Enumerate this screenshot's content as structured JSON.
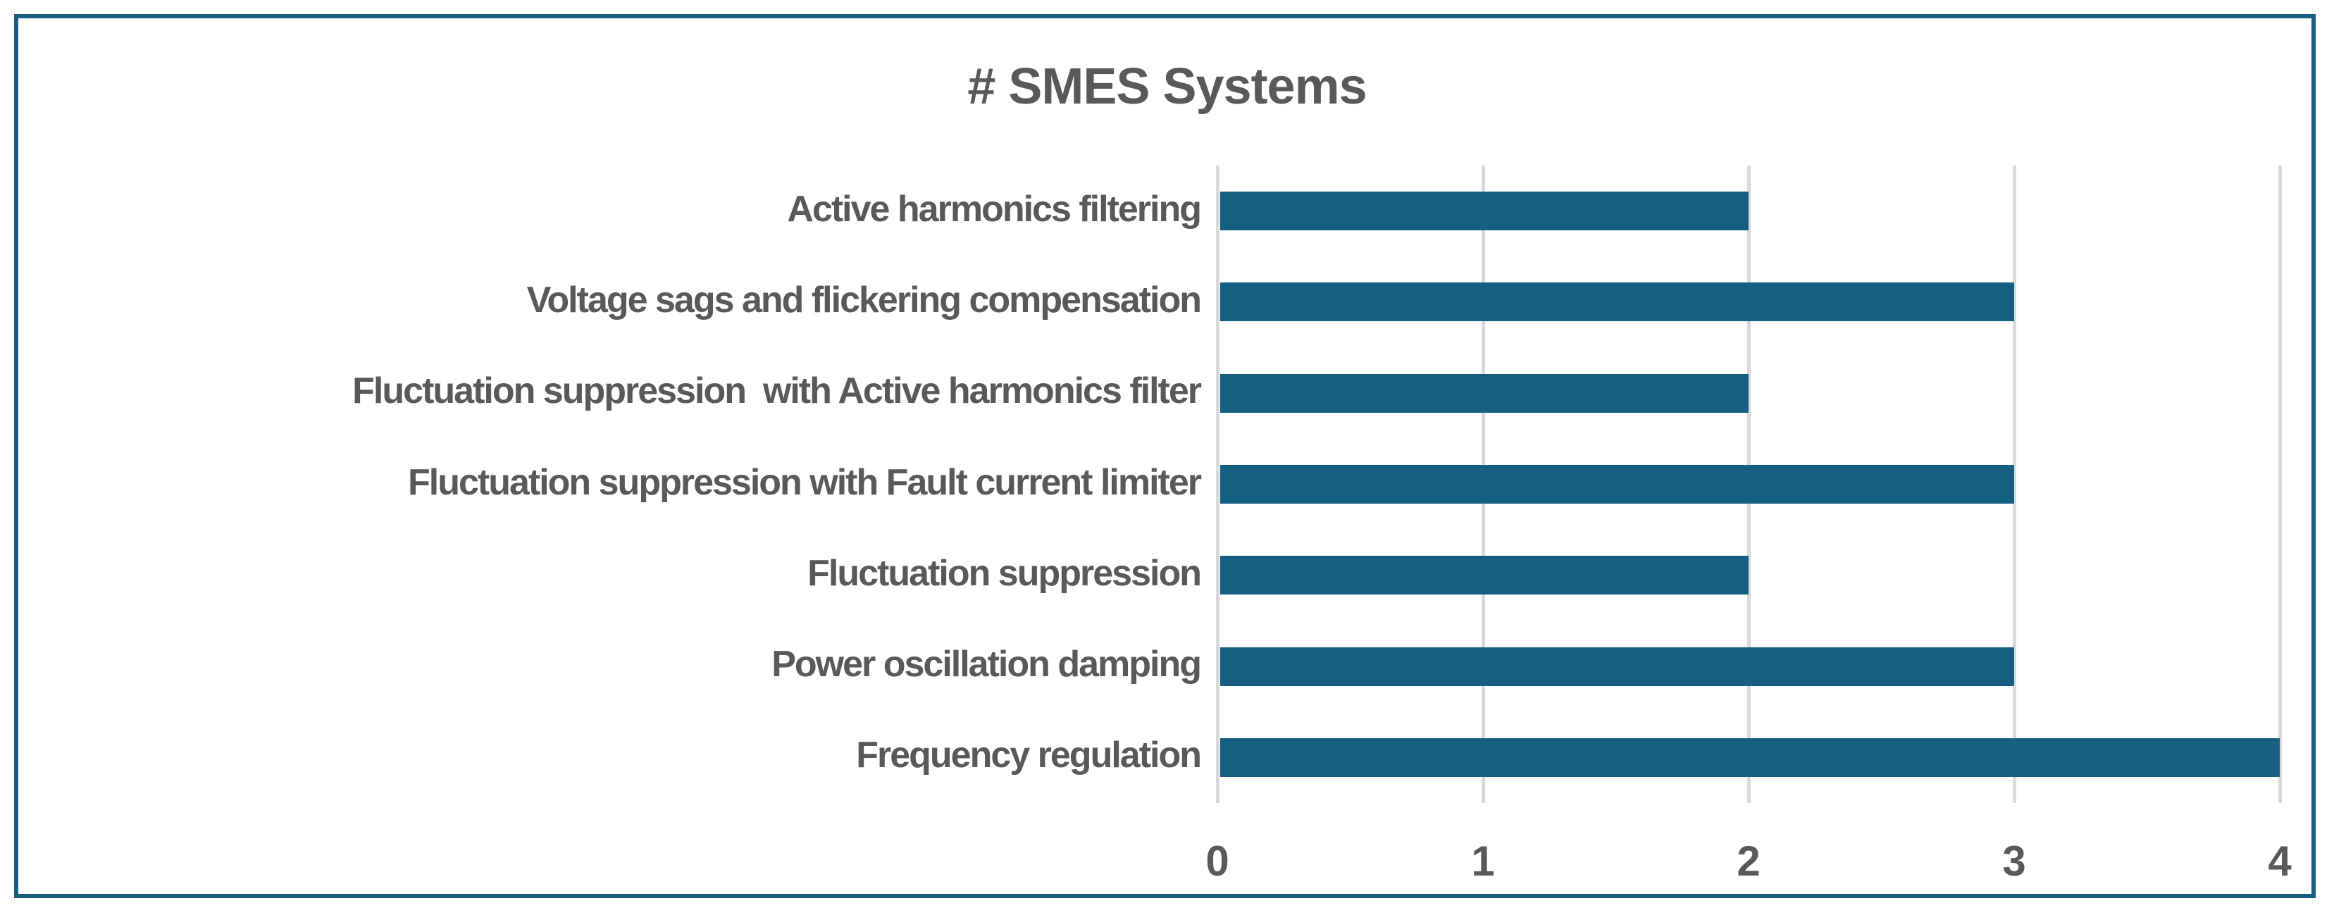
{
  "title": "# SMES Systems",
  "colors": {
    "bar": "#156082",
    "frame_border": "#156082",
    "gridline": "#D9D9D9",
    "text": "#595959"
  },
  "chart_data": {
    "type": "bar",
    "orientation": "horizontal",
    "title": "# SMES Systems",
    "categories": [
      "Active harmonics filtering",
      "Voltage sags and flickering compensation",
      "Fluctuation suppression  with Active harmonics filter",
      "Fluctuation suppression with Fault current limiter",
      "Fluctuation suppression",
      "Power oscillation damping",
      "Frequency regulation"
    ],
    "values": [
      2,
      3,
      2,
      3,
      2,
      3,
      4
    ],
    "xlabel": "",
    "ylabel": "",
    "xlim": [
      0,
      4
    ],
    "x_ticks": [
      "0",
      "1",
      "2",
      "3",
      "4"
    ],
    "grid": "vertical-only",
    "legend": "none"
  }
}
